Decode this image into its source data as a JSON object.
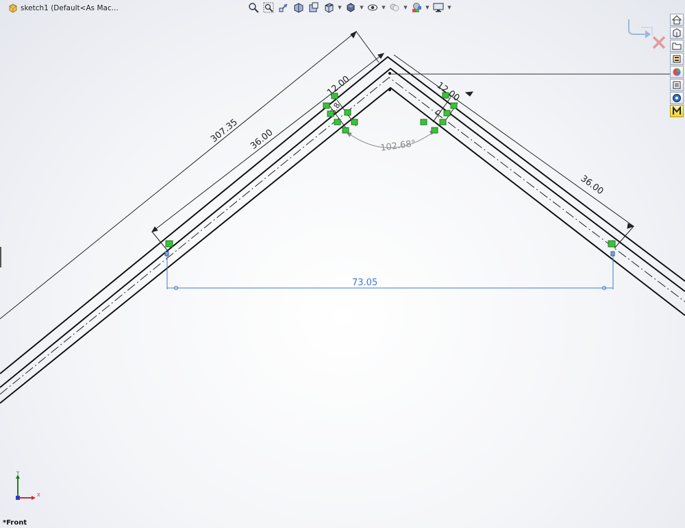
{
  "document": {
    "title": "sketch1 (Default<As Mac..."
  },
  "heads_up_toolbar": [
    {
      "name": "zoom-to-fit-icon",
      "dropdown": false
    },
    {
      "name": "zoom-to-area-icon",
      "dropdown": false
    },
    {
      "name": "previous-view-icon",
      "dropdown": false
    },
    {
      "name": "section-view-icon",
      "dropdown": false
    },
    {
      "name": "dynamic-annotation-icon",
      "dropdown": false
    },
    {
      "name": "view-orientation-icon",
      "dropdown": true
    },
    {
      "name": "display-style-icon",
      "dropdown": true
    },
    {
      "name": "hide-show-items-icon",
      "dropdown": true
    },
    {
      "name": "edit-appearance-icon",
      "dropdown": true
    },
    {
      "name": "apply-scene-icon",
      "dropdown": true
    },
    {
      "name": "view-settings-icon",
      "dropdown": true
    }
  ],
  "task_pane": [
    {
      "name": "home-icon"
    },
    {
      "name": "design-library-icon"
    },
    {
      "name": "file-explorer-icon"
    },
    {
      "name": "view-palette-icon"
    },
    {
      "name": "appearances-icon"
    },
    {
      "name": "custom-properties-icon"
    },
    {
      "name": "solidworks-resources-icon"
    },
    {
      "name": "mysolidworks-icon",
      "active": true
    }
  ],
  "dimensions": {
    "overall_length": "307.35",
    "left_offset_length": "36.00",
    "right_offset_length": "36.00",
    "left_thickness": "12.00",
    "right_thickness": "12.00",
    "left_small": "6.8",
    "right_small": "0.",
    "angle": "102.68°",
    "span": "73.05"
  },
  "triad": {
    "y_label": "Y",
    "x_label": "X"
  },
  "view": {
    "label": "*Front"
  },
  "colors": {
    "sketch_line": "#111111",
    "driven_dimension": "#3a7bd5",
    "relation_marker": "#3cc13c",
    "angle_dimension": "#8a8a8a"
  }
}
